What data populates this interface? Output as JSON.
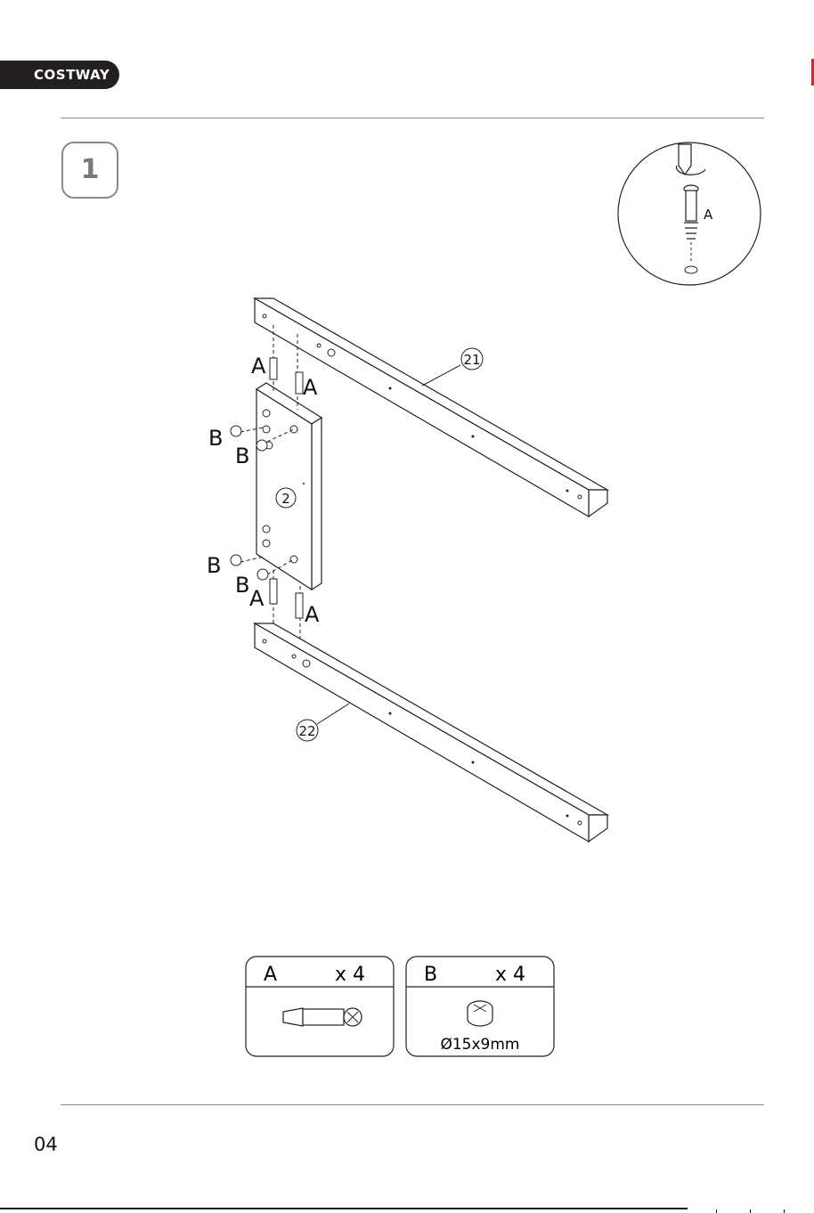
{
  "header": {
    "brand": "COSTWAY"
  },
  "step": {
    "number": "1"
  },
  "detail": {
    "label": "A"
  },
  "parts": {
    "board": "2",
    "rail_top": "21",
    "rail_bottom": "22"
  },
  "hardware_labels": {
    "a": "A",
    "b": "B"
  },
  "legend": [
    {
      "id": "A",
      "qty": "x 4",
      "spec": ""
    },
    {
      "id": "B",
      "qty": "x 4",
      "spec": "Ø15x9mm"
    }
  ],
  "footer": {
    "page": "04"
  },
  "colors": {
    "brand_bg": "#231f20",
    "edge_mark": "#e0232b",
    "rule": "#8a8a8a"
  }
}
